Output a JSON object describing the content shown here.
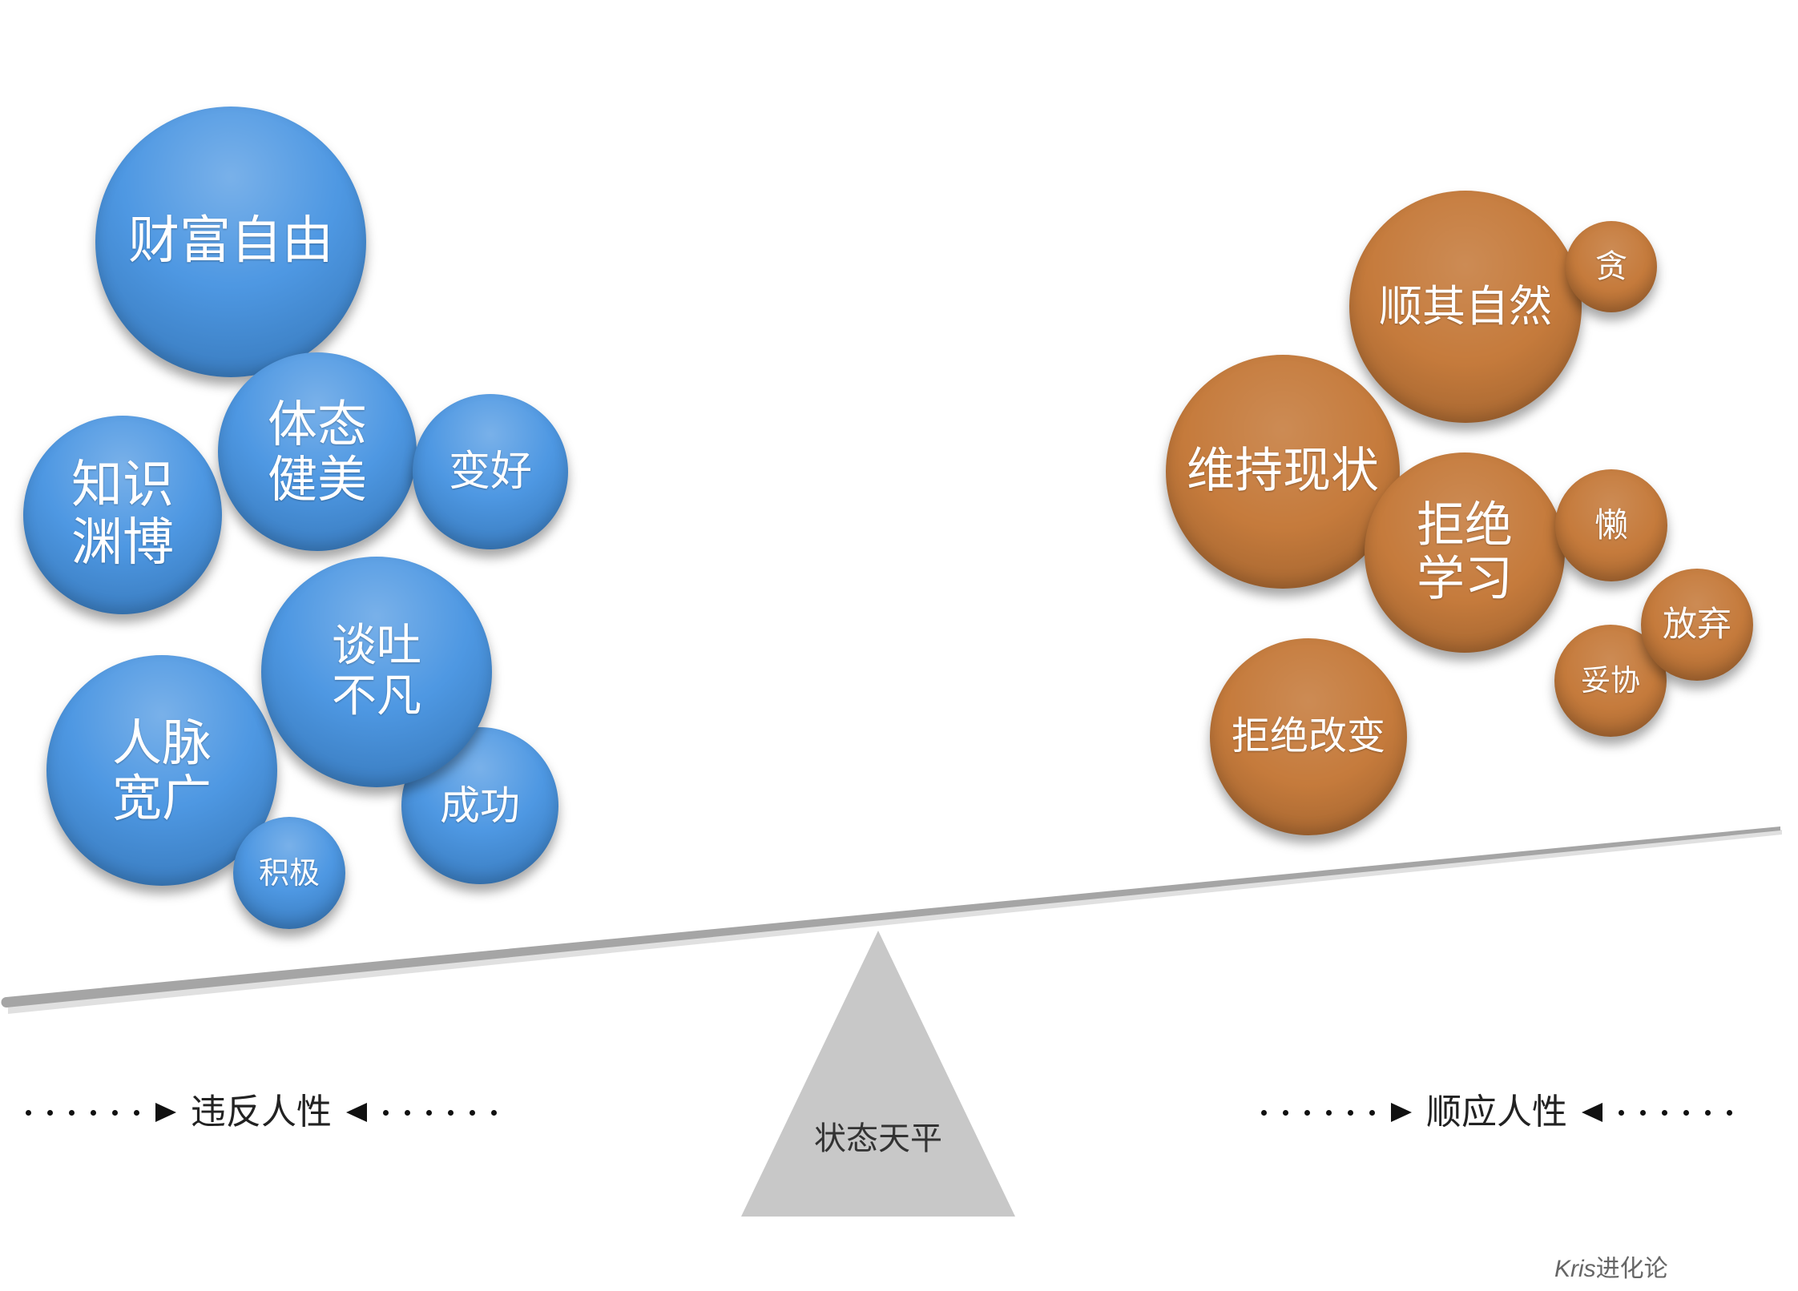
{
  "colors": {
    "left_bubble": "#3f8fe0",
    "right_bubble": "#c47838",
    "fulcrum": "#c8c8c8",
    "beam": "#a5a5a5",
    "label_text": "#222222"
  },
  "fulcrum": {
    "label": "状态天平"
  },
  "left": {
    "caption": "违反人性",
    "bubbles": [
      {
        "lines": [
          "财富自由"
        ]
      },
      {
        "lines": [
          "体态",
          "健美"
        ]
      },
      {
        "lines": [
          "知识",
          "渊博"
        ]
      },
      {
        "lines": [
          "变好"
        ]
      },
      {
        "lines": [
          "谈吐",
          "不凡"
        ]
      },
      {
        "lines": [
          "人脉",
          "宽广"
        ]
      },
      {
        "lines": [
          "成功"
        ]
      },
      {
        "lines": [
          "积极"
        ]
      }
    ]
  },
  "right": {
    "caption": "顺应人性",
    "bubbles": [
      {
        "lines": [
          "顺其自然"
        ]
      },
      {
        "lines": [
          "贪"
        ]
      },
      {
        "lines": [
          "维持现状"
        ]
      },
      {
        "lines": [
          "拒绝",
          "学习"
        ]
      },
      {
        "lines": [
          "懒"
        ]
      },
      {
        "lines": [
          "放弃"
        ]
      },
      {
        "lines": [
          "妥协"
        ]
      },
      {
        "lines": [
          "拒绝改变"
        ]
      }
    ]
  },
  "watermark": {
    "brand": "Kris",
    "suffix": "进化论"
  }
}
